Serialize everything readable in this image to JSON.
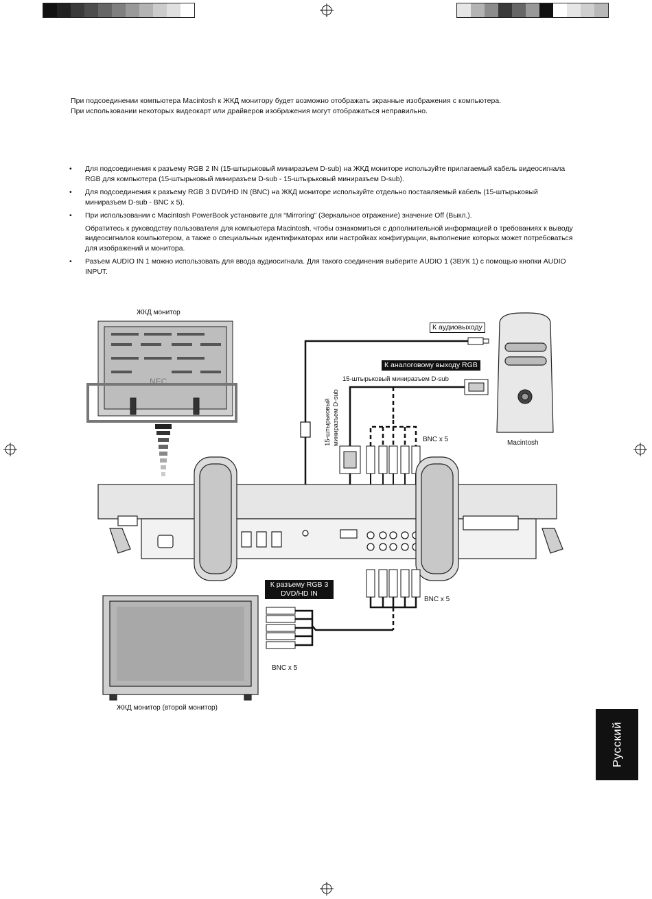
{
  "print_marks": {
    "left_swatches": [
      "#111111",
      "#222222",
      "#3a3a3a",
      "#4d4d4d",
      "#666666",
      "#7f7f7f",
      "#999999",
      "#b3b3b3",
      "#cccccc",
      "#e0e0e0",
      "#ffffff"
    ],
    "right_swatches": [
      "#e6e6e6",
      "#b3b3b3",
      "#8c8c8c",
      "#3a3a3a",
      "#666666",
      "#999999",
      "#111111",
      "#ffffff",
      "#e6e6e6",
      "#cfcfcf",
      "#b8b8b8"
    ]
  },
  "intro": {
    "line1": "При подсоединении компьютера Macintosh  к ЖКД монитору будет возможно отображать экранные изображения с компьютера.",
    "line2": "При использовании некоторых видеокарт или драйверов изображения могут отображаться неправильно."
  },
  "bullets": {
    "b1": "Для подсоединения к разъему RGB 2 IN (15-штырьковый миниразъем D-sub) на ЖКД мониторе используйте прилагаемый кабель видеосигнала RGB для компьютера (15-штырьковый миниразъем D-sub - 15-штырьковый миниразъем D-sub).",
    "b2": "Для подсоединения к разъему RGB 3 DVD/HD IN (BNC) на ЖКД мониторе используйте отдельно поставляемый кабель (15-штырьковый миниразъем D-sub - BNC x 5).",
    "b3": "При использовании с Macintosh PowerBook установите для “Mirroring” (Зеркальное отражение) значение Off (Выкл.).",
    "b3_note": "Обратитесь к руководству пользователя для компьютера Macintosh, чтобы ознакомиться с дополнительной информацией о требованиях к выводу видеосигналов компьютером, а также о специальных идентификаторах или настройках конфигурации, выполнение которых может потребоваться для изображений и монитора.",
    "b4": "Разъем AUDIO IN 1 можно использовать для ввода аудиосигнала. Для такого соединения выберите AUDIO 1 (ЗВУК 1) с помощью кнопки AUDIO INPUT.",
    "bullet_char": "•"
  },
  "diagram": {
    "monitor_label": "ЖКД монитор",
    "audio_out": "К аудиовыходу",
    "rgb_out": "К аналоговому выходу RGB",
    "dsub_label": "15-штырьковый миниразъем D-sub",
    "dsub_vertical_1": "15-штырьковый",
    "dsub_vertical_2": "миниразъем D-sub",
    "bnc_top": "BNC x 5",
    "macintosh": "Macintosh",
    "rgb3_line1": "К разъему RGB 3",
    "rgb3_line2": "DVD/HD IN",
    "bnc_mid": "BNC x 5",
    "bnc_bottom": "BNC x 5",
    "second_monitor": "ЖКД монитор (второй монитор)",
    "nec_logo": "NEC"
  },
  "language_tab": "Русский"
}
